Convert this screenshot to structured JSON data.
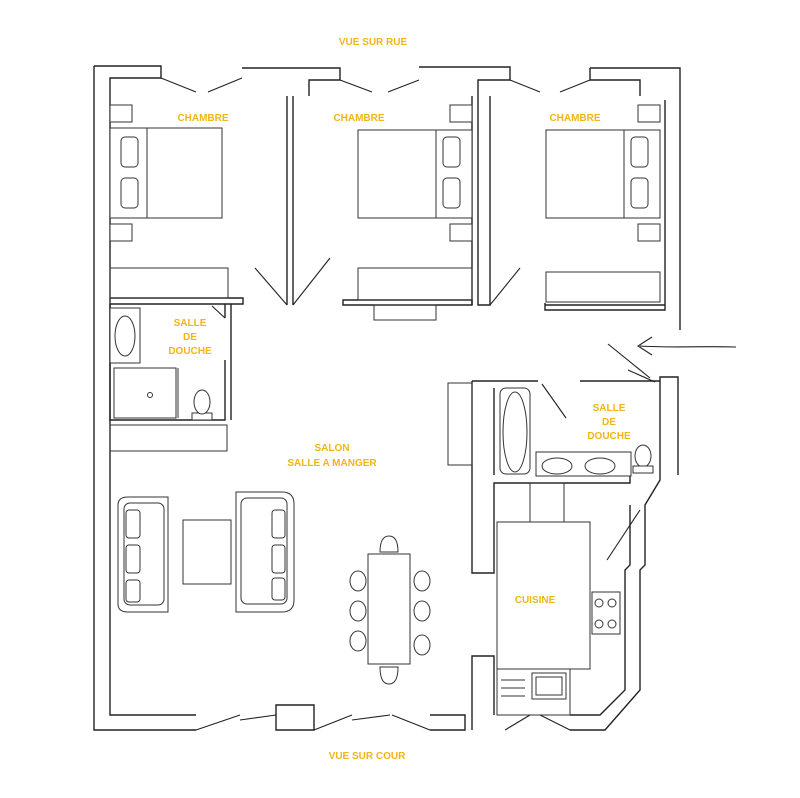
{
  "plan": {
    "orientation": {
      "top": "VUE SUR RUE",
      "bottom": "VUE SUR COUR"
    },
    "rooms": {
      "bedroom_1": "CHAMBRE",
      "bedroom_2": "CHAMBRE",
      "bedroom_3": "CHAMBRE",
      "bathroom_left": [
        "SALLE",
        "DE",
        "DOUCHE"
      ],
      "bathroom_right": [
        "SALLE",
        "DE",
        "DOUCHE"
      ],
      "living": [
        "SALON",
        "SALLE A MANGER"
      ],
      "kitchen": "CUISINE"
    },
    "label_color": "#F2B516",
    "entrance_marker": "arrow-left-icon"
  }
}
